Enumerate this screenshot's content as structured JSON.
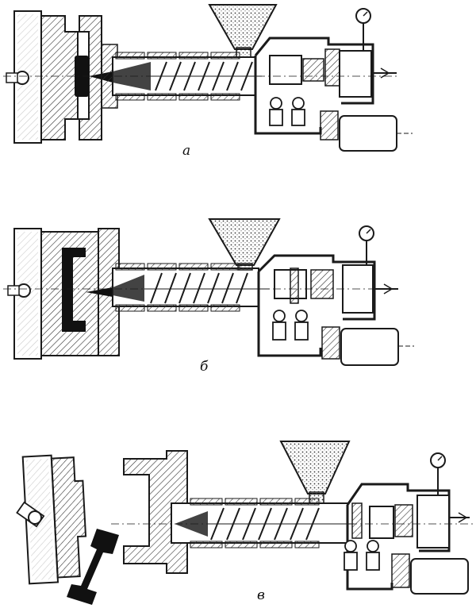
{
  "figure": {
    "panels": [
      {
        "id": "a",
        "caption": "а"
      },
      {
        "id": "b",
        "caption": "б"
      },
      {
        "id": "v",
        "caption": "в"
      }
    ]
  },
  "colors": {
    "ink": "#1a1a1a",
    "hatch": "#333333",
    "molded_part": "#111111",
    "paper": "#ffffff"
  }
}
